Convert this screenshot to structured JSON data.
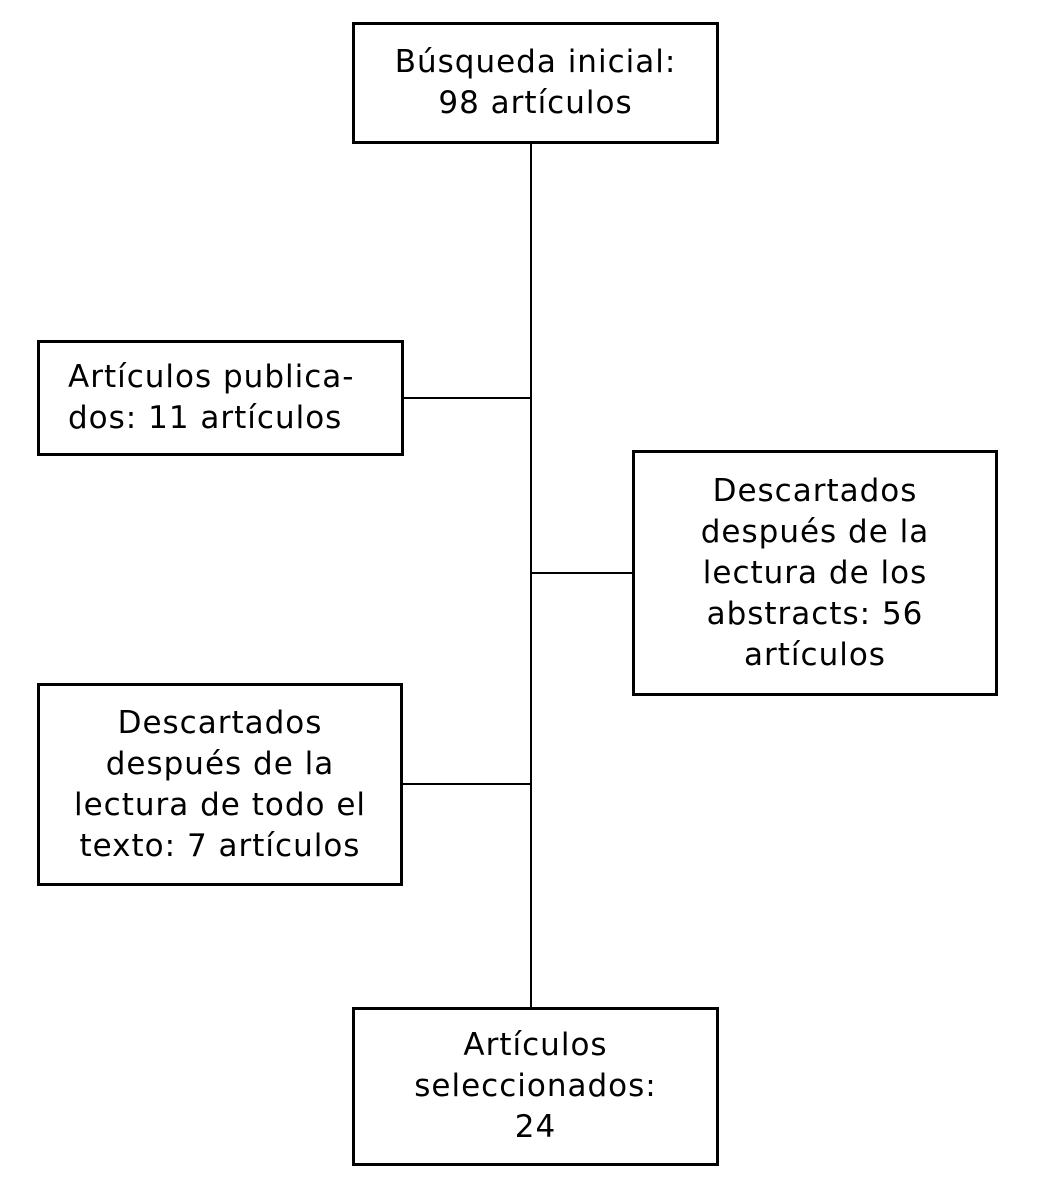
{
  "flowchart": {
    "background_color": "#ffffff",
    "line_color": "#000000",
    "boxes": {
      "initial": {
        "lines": [
          "Búsqueda inicial:",
          "98 artículos"
        ],
        "count": 98
      },
      "published": {
        "lines": [
          "Artículos publica-",
          "dos: 11 artículos"
        ],
        "count": 11
      },
      "discarded_abstracts": {
        "lines": [
          "Descartados",
          "después de la",
          "lectura de los",
          "abstracts: 56",
          "artículos"
        ],
        "count": 56
      },
      "discarded_fulltext": {
        "lines": [
          "Descartados",
          "después de la",
          "lectura de todo el",
          "texto: 7 artículos"
        ],
        "count": 7
      },
      "selected": {
        "lines": [
          "Artículos",
          "seleccionados:",
          "24"
        ],
        "count": 24
      }
    }
  }
}
